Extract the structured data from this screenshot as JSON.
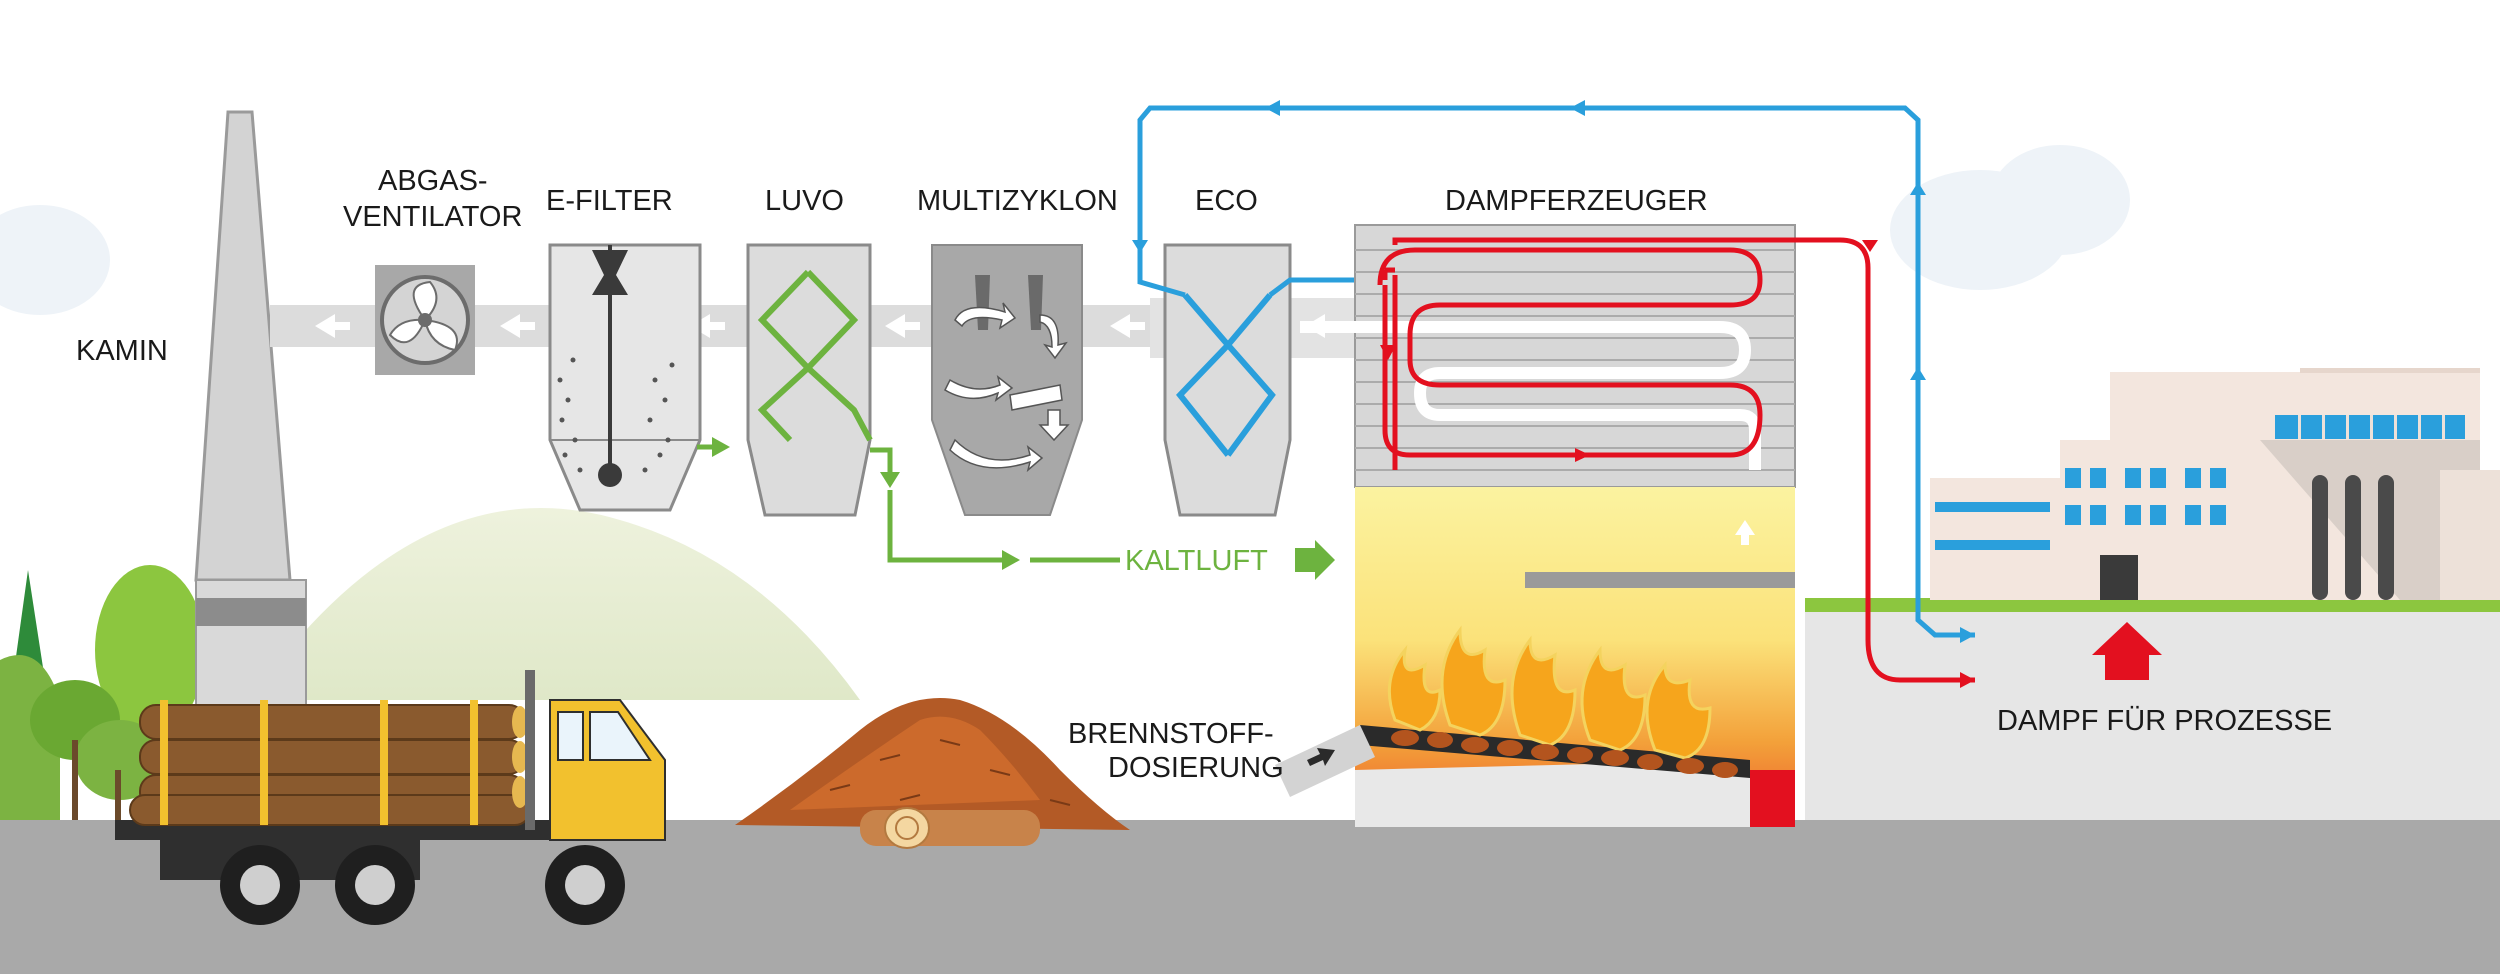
{
  "labels": {
    "kamin": "KAMIN",
    "abgas_line1": "ABGAS-",
    "abgas_line2": "VENTILATOR",
    "efilter": "E-FILTER",
    "luvo": "LUVO",
    "multizyklon": "MULTIZYKLON",
    "eco": "ECO",
    "dampferzeuger": "DAMPFERZEUGER",
    "kaltluft": "KALTLUFT",
    "brennstoff_line1": "BRENNSTOFF-",
    "brennstoff_line2": "DOSIERUNG",
    "dampf": "DAMPF FÜR PROZESSE"
  },
  "colors": {
    "flue_gas_duct": "#dcdcdc",
    "equipment": "#d3d3d3",
    "water_blue": "#2a9fdc",
    "steam_red": "#e3101f",
    "air_green": "#6db33f",
    "ground": "#a9a9a9",
    "grass": "#8cc63f"
  }
}
